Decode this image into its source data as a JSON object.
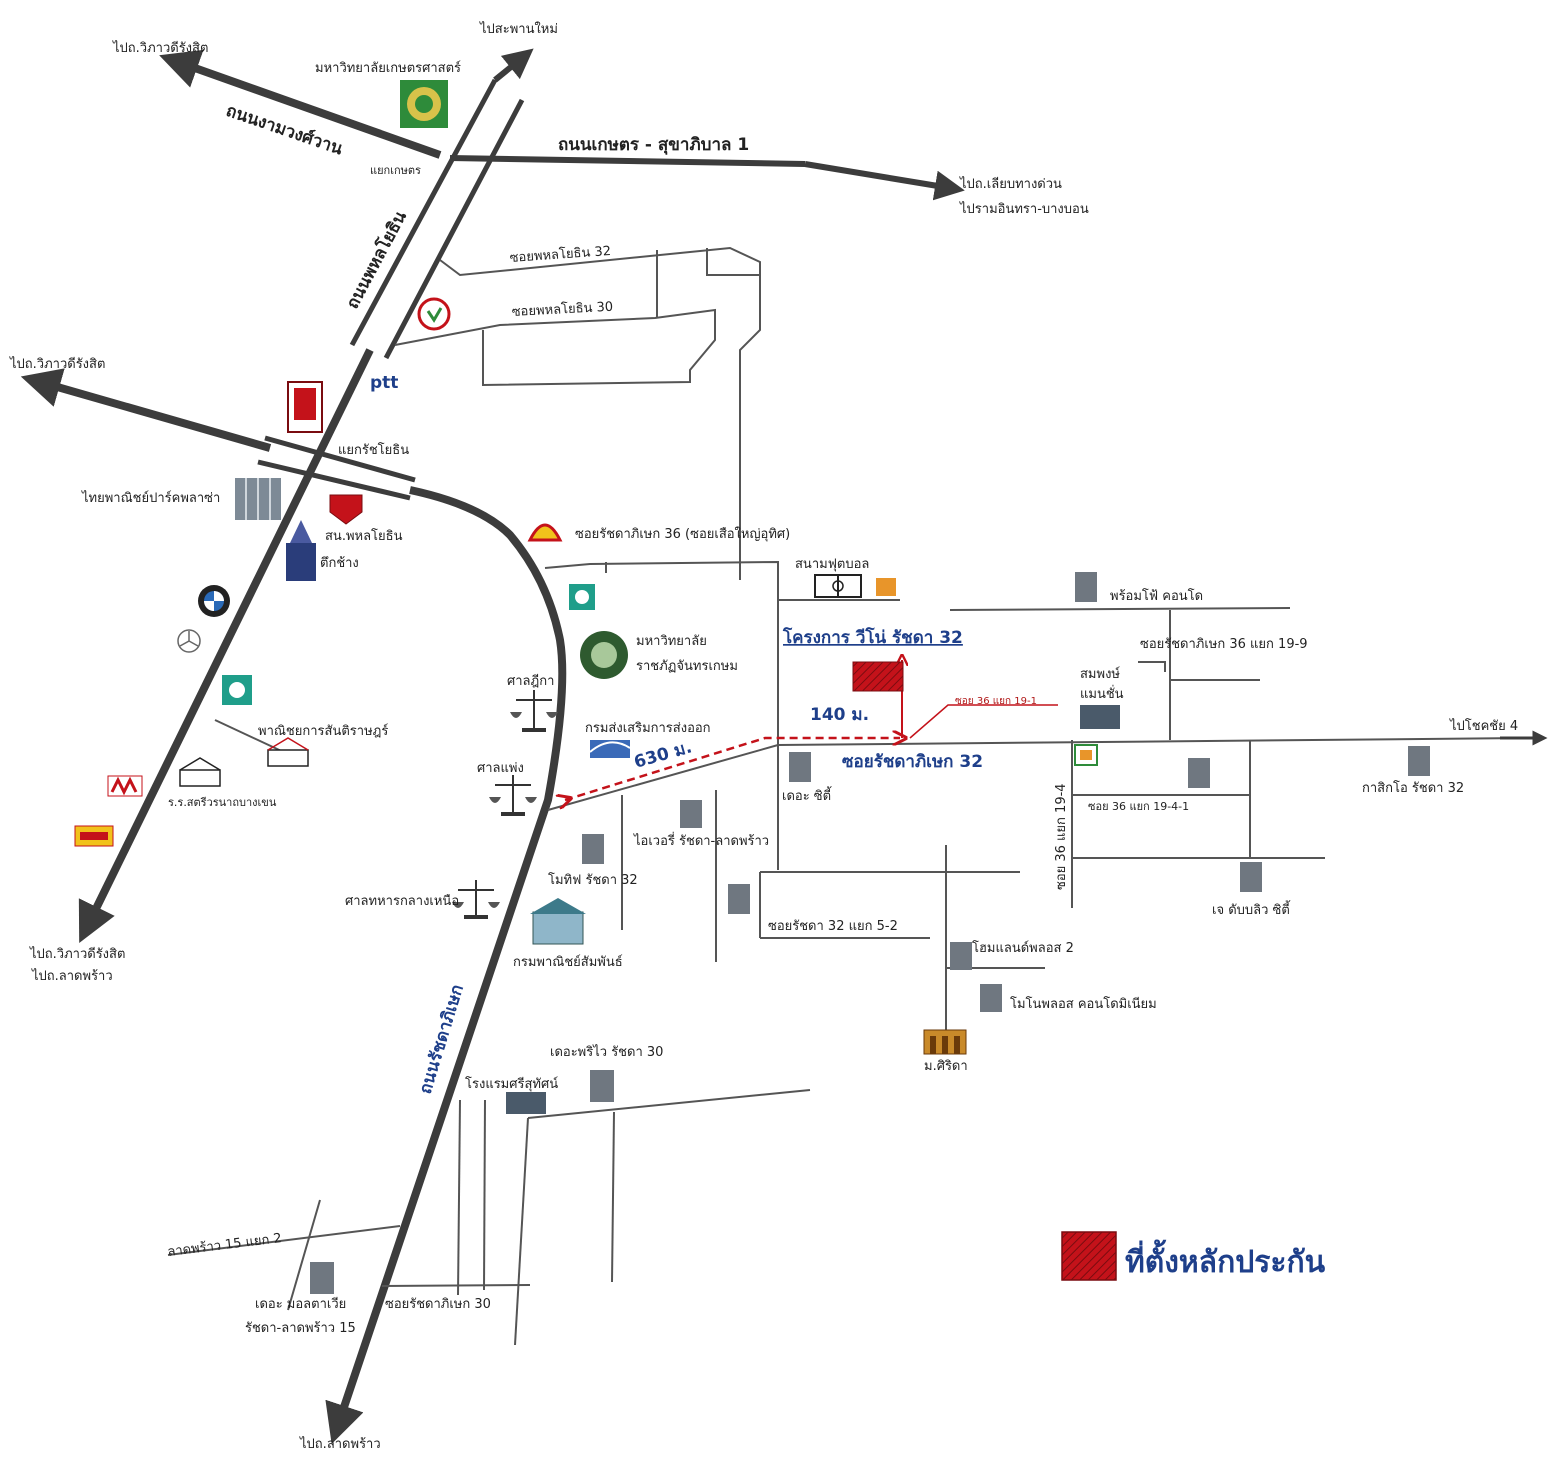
{
  "map": {
    "main_roads": {
      "phahonyothin": "ถนนพหลโยธิน",
      "ngamwongwan": "ถนนงามวงศ์วาน",
      "kaset_sukhaphiban": "ถนนเกษตร - สุขาภิบาล 1",
      "ratchadaphisek": "ถนนรัชดาภิเษก"
    },
    "intersections": {
      "kaset": "แยกเกษตร",
      "ratchayothin": "แยกรัชโยธิน"
    },
    "directions": {
      "to_saphan_mai": "ไปสะพานใหม่",
      "to_vibhavadi_1": "ไปถ.วิภาวดีรังสิต",
      "to_vibhavadi_2": "ไปถ.วิภาวดีรังสิต",
      "to_vibhavadi_3": "ไปถ.วิภาวดีรังสิต",
      "to_ladprao_1": "ไปถ.ลาดพร้าว",
      "to_expressway": "ไปถ.เลียบทางด่วน",
      "to_ramintra": "ไปรามอินทรา-บางบอน",
      "to_chokchai4": "ไปโชคชัย 4",
      "to_ladprao_bottom": "ไปถ.ลาดพร้าว"
    },
    "sois": {
      "phahon32": "ซอยพหลโยธิน 32",
      "phahon30": "ซอยพหลโยธิน 30",
      "ratchada36": "ซอยรัชดาภิเษก 36 (ซอยเสือใหญ่อุทิศ)",
      "ratchada32": "ซอยรัชดาภิเษก 32",
      "soi36_19_9": "ซอยรัชดาภิเษก 36 แยก 19-9",
      "soi36_19_1": "ซอย 36 แยก 19-1",
      "soi36_19_4": "ซอย 36 แยก 19-4",
      "soi36_19_4_1": "ซอย 36 แยก 19-4-1",
      "ratchada32_5_2": "ซอยรัชดา 32 แยก 5-2",
      "ladprao15_2": "ลาดพร้าว 15 แยก 2",
      "ratchada30": "ซอยรัชดาภิเษก 30"
    },
    "landmarks": {
      "kasetsart_univ": "มหาวิทยาลัยเกษตรศาสตร์",
      "ptt": "ptt",
      "thai_commerce": "ไทยพาณิชย์ปาร์คพลาซ่า",
      "police_station": "สน.พหลโยธิน",
      "elephant_building": "ตึกช้าง",
      "commerce_ministry": "พาณิชยการสันติราษฎร์",
      "school": "ร.ร.สตรีวรนาถบางเขน",
      "chandrakasem_1": "มหาวิทยาลัย",
      "chandrakasem_2": "ราชภัฏจันทรเกษม",
      "court_appeal": "ศาลฎีกา",
      "court_civil": "ศาลแพ่ง",
      "court_north": "ศาลทหารกลางเหนือ",
      "export_dept": "กรมส่งเสริมการส่งออก",
      "trade_dept": "กรมพาณิชย์สัมพันธ์",
      "football": "สนามฟุตบอล",
      "project": "โครงการ วีโน่ รัชดา 32",
      "prompt_condo": "พร้อมโฟ้ คอนโด",
      "sompong": "สมพงษ์",
      "sompong2": "แมนชั่น",
      "the_city": "เดอะ ซิตี้",
      "ivory": "ไอเวอรี่ รัชดา-ลาดพร้าว",
      "motif": "โมทิฟ รัชดา 32",
      "kasikorn32": "กาสิกโอ รัชดา 32",
      "ke_condo": "เจ ดับบลิว ซิตี้",
      "home_plus": "โฮมแลนด์พลอส 2",
      "monoplus": "โมโนพลอส คอนโดมิเนียม",
      "m_sirida": "ม.ศิริดา",
      "the_privacy": "เดอะพริไว รัชดา 30",
      "hotel": "โรงแรมศรีสุทัศน์",
      "the_victoria": "เดอะ มอลตาเวีย",
      "the_victoria2": "รัชดา-ลาดพร้าว 15"
    },
    "distances": {
      "d630": "630 ม.",
      "d140": "140 ม."
    },
    "legend": {
      "label": "ที่ตั้งหลักประกัน",
      "color": "#c4121a"
    },
    "colors": {
      "road": "#3c3c3c",
      "route": "#c4121a",
      "label_blue": "#1e3f8a",
      "green_logo": "#2e8b3a"
    }
  }
}
